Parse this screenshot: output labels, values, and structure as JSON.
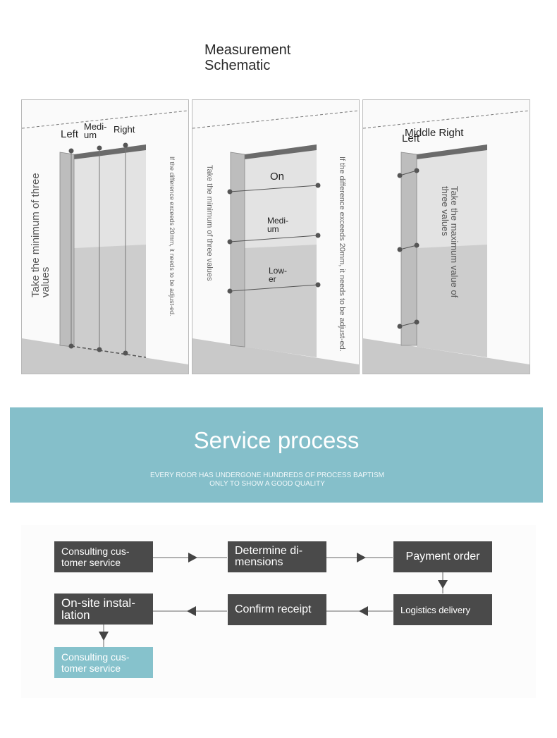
{
  "title": "Measurement Schematic",
  "panels": {
    "left": {
      "labels": [
        "Left",
        "Medi-um",
        "Right"
      ],
      "vertical_text": "Take the minimum of three values",
      "note": "If the difference exceeds 20mm, it needs to be adjust-ed."
    },
    "middle": {
      "labels": [
        "On",
        "Medi-um",
        "Low-er"
      ],
      "vertical_text": "Take the minimum of three values",
      "note": "If the difference exceeds 20mm, it needs to be adjust-ed."
    },
    "right": {
      "label_left": "Left",
      "label_middle_right": "Middle Right",
      "vertical_text": "Take the maximum value of three values"
    }
  },
  "service": {
    "title": "Service process",
    "subtitle_line1": "EVERY ROOR HAS UNDERGONE HUNDREDS OF PROCESS BAPTISM",
    "subtitle_line2": "ONLY TO SHOW A GOOD QUALITY"
  },
  "flow": {
    "steps": [
      "Consulting cus-tomer service",
      "Determine di-mensions",
      "Payment order",
      "Logistics delivery",
      "Confirm receipt",
      "On-site instal-lation",
      "Consulting cus-tomer service"
    ],
    "colors": {
      "dark": "#4a4a4a",
      "accent": "#86c2cc",
      "arrow": "#444444"
    }
  },
  "colors": {
    "banner": "#85bfca"
  }
}
